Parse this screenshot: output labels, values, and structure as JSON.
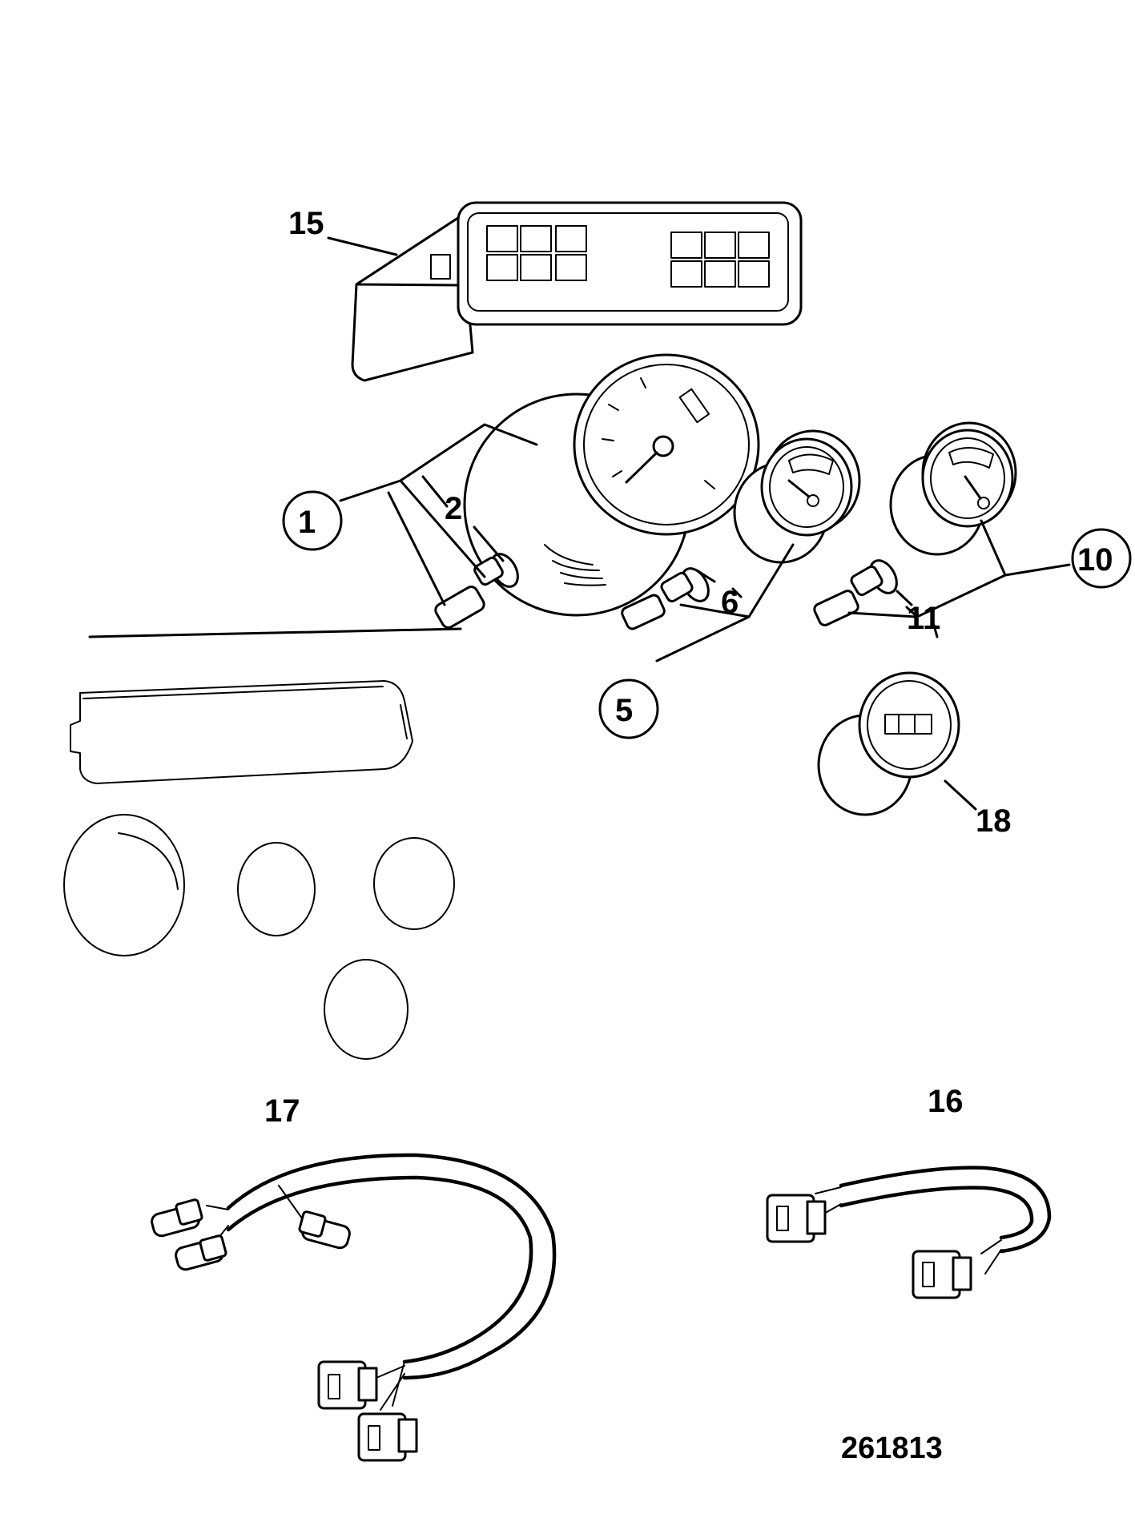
{
  "diagram": {
    "reference_number": "261813",
    "callouts": {
      "c1": "1",
      "c2": "2",
      "c5": "5",
      "c6": "6",
      "c10": "10",
      "c11": "11",
      "c15": "15",
      "c16": "16",
      "c17": "17",
      "c18": "18"
    }
  }
}
